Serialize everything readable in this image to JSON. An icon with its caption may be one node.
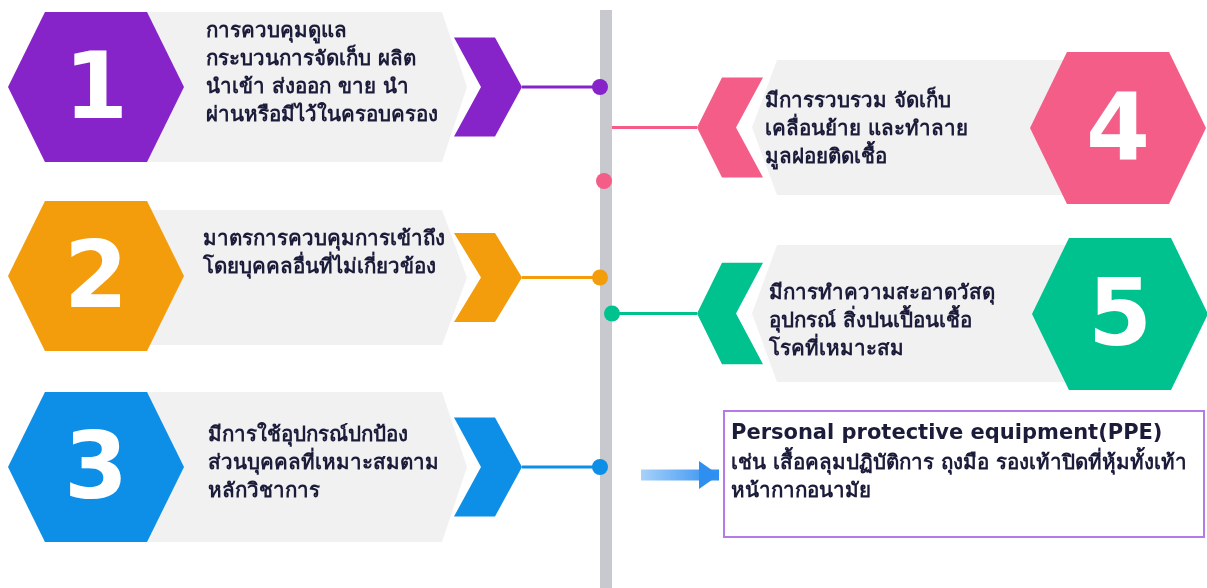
{
  "diagram": {
    "nodes": [
      {
        "text": [
          "1"
        ]
      },
      {
        "text": [
          "การควบคุมดูแลกระบวนการจัดเก็บ ผลิตนำเข้า ส่งออก ขาย นำผ่านหรือมีไว้ในครอบครอง"
        ]
      },
      {
        "text": [
          "มีการรวบรวม จัดเก็บเคลื่อนย้าย และทำลายมูลฝอยติดเชื้อ"
        ]
      },
      {
        "text": [
          "4"
        ]
      },
      {
        "text": [
          "2"
        ]
      },
      {
        "text": [
          "มาตรการควบคุมการเข้าถึงโดยบุคคลอื่นที่ไม่เกี่ยวข้อง"
        ]
      },
      {
        "text": [
          "มีการทำความสะอาดวัสดุอุปกรณ์ สิ่งปนเปื้อนเชื้อโรคที่เหมาะสม"
        ]
      },
      {
        "text": [
          "5"
        ]
      },
      {
        "text": [
          "3"
        ]
      },
      {
        "text": [
          "มีการใช้อุปกรณ์ปกป้องส่วนบุคคลที่เหมาะสมตามหลักวิชาการ"
        ]
      },
      {
        "text": [
          "Personal protective equipment(PPE)",
          "เช่น เสื้อคลุมปฏิบัติการ ถุงมือ รองเท้าปิดที่หุ้มทั้งเท้า หน้ากากอนามัย"
        ]
      },
      {
        "text": [],
        "shape": "bar"
      }
    ],
    "edges": [
      {
        "from": 1,
        "to": 11,
        "arrow": "other",
        "color": "#8624c9"
      },
      {
        "from": 2,
        "to": 11,
        "arrow": "none",
        "color": "#f45d87"
      },
      {
        "from": 5,
        "to": 11,
        "arrow": "other",
        "color": "#f39c0c"
      },
      {
        "from": 6,
        "to": 11,
        "arrow": "other",
        "color": "#00c28f"
      },
      {
        "from": 9,
        "to": 11,
        "arrow": "other",
        "color": "#0d8fe8"
      },
      {
        "from": null,
        "to": 10,
        "arrow": "to",
        "style": "thick"
      }
    ]
  }
}
